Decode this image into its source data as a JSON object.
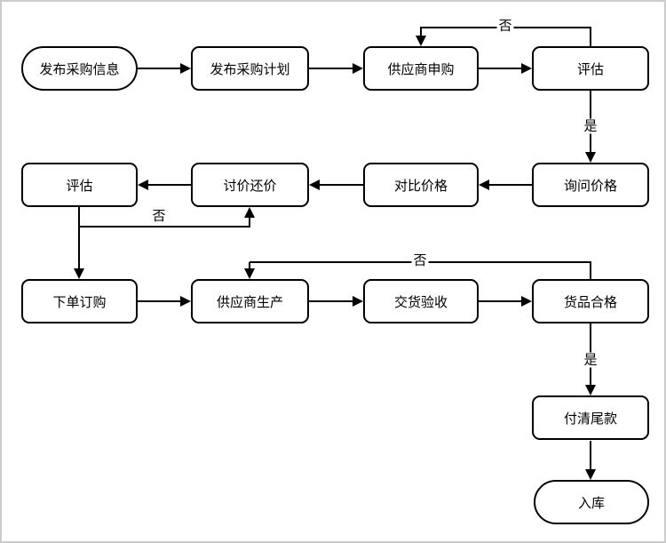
{
  "diagram": {
    "nodes": {
      "publish_info": {
        "label": "发布采购信息",
        "shape": "stadium"
      },
      "publish_plan": {
        "label": "发布采购计划",
        "shape": "process"
      },
      "supplier_apply": {
        "label": "供应商申购",
        "shape": "process"
      },
      "evaluate_1": {
        "label": "评估",
        "shape": "process"
      },
      "ask_price": {
        "label": "询问价格",
        "shape": "process"
      },
      "compare_price": {
        "label": "对比价格",
        "shape": "process"
      },
      "bargain": {
        "label": "讨价还价",
        "shape": "process"
      },
      "evaluate_2": {
        "label": "评估",
        "shape": "process"
      },
      "place_order": {
        "label": "下单订购",
        "shape": "process"
      },
      "supplier_produce": {
        "label": "供应商生产",
        "shape": "process"
      },
      "delivery_accept": {
        "label": "交货验收",
        "shape": "process"
      },
      "goods_qualified": {
        "label": "货品合格",
        "shape": "process"
      },
      "pay_balance": {
        "label": "付清尾款",
        "shape": "process"
      },
      "warehouse_in": {
        "label": "入库",
        "shape": "stadium"
      }
    },
    "edge_labels": {
      "eval1_no": "否",
      "eval1_yes": "是",
      "eval2_no": "否",
      "qualified_no": "否",
      "qualified_yes": "是"
    },
    "colors": {
      "line": "#000000",
      "background": "#ffffff",
      "frame_border": "#cccccc"
    }
  }
}
